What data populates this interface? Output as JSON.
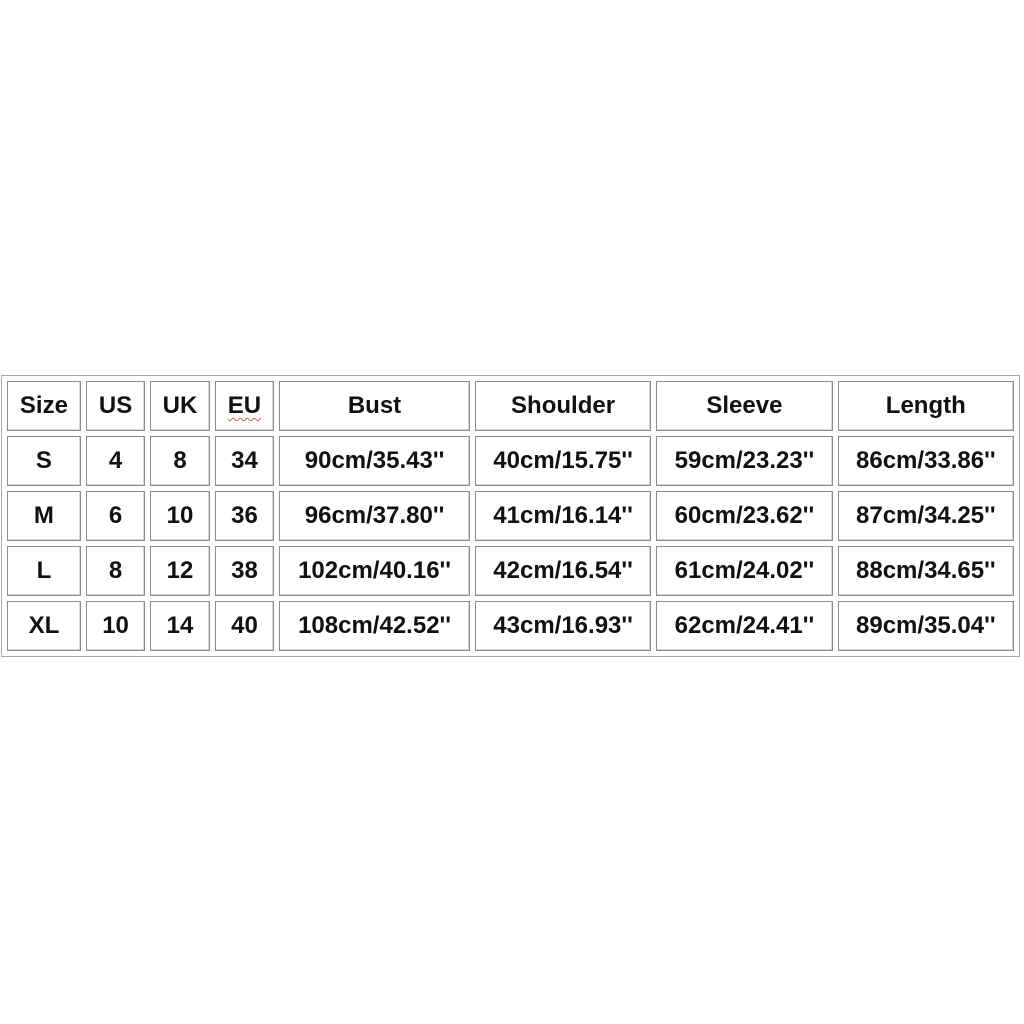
{
  "table": {
    "headers": [
      "Size",
      "US",
      "UK",
      "EU",
      "Bust",
      "Shoulder",
      "Sleeve",
      "Length"
    ],
    "rows": [
      [
        "S",
        "4",
        "8",
        "34",
        "90cm/35.43''",
        "40cm/15.75''",
        "59cm/23.23''",
        "86cm/33.86''"
      ],
      [
        "M",
        "6",
        "10",
        "36",
        "96cm/37.80''",
        "41cm/16.14''",
        "60cm/23.62''",
        "87cm/34.25''"
      ],
      [
        "L",
        "8",
        "12",
        "38",
        "102cm/40.16''",
        "42cm/16.54''",
        "61cm/24.02''",
        "88cm/34.65''"
      ],
      [
        "XL",
        "10",
        "14",
        "40",
        "108cm/42.52''",
        "43cm/16.93''",
        "62cm/24.41''",
        "89cm/35.04''"
      ]
    ]
  }
}
